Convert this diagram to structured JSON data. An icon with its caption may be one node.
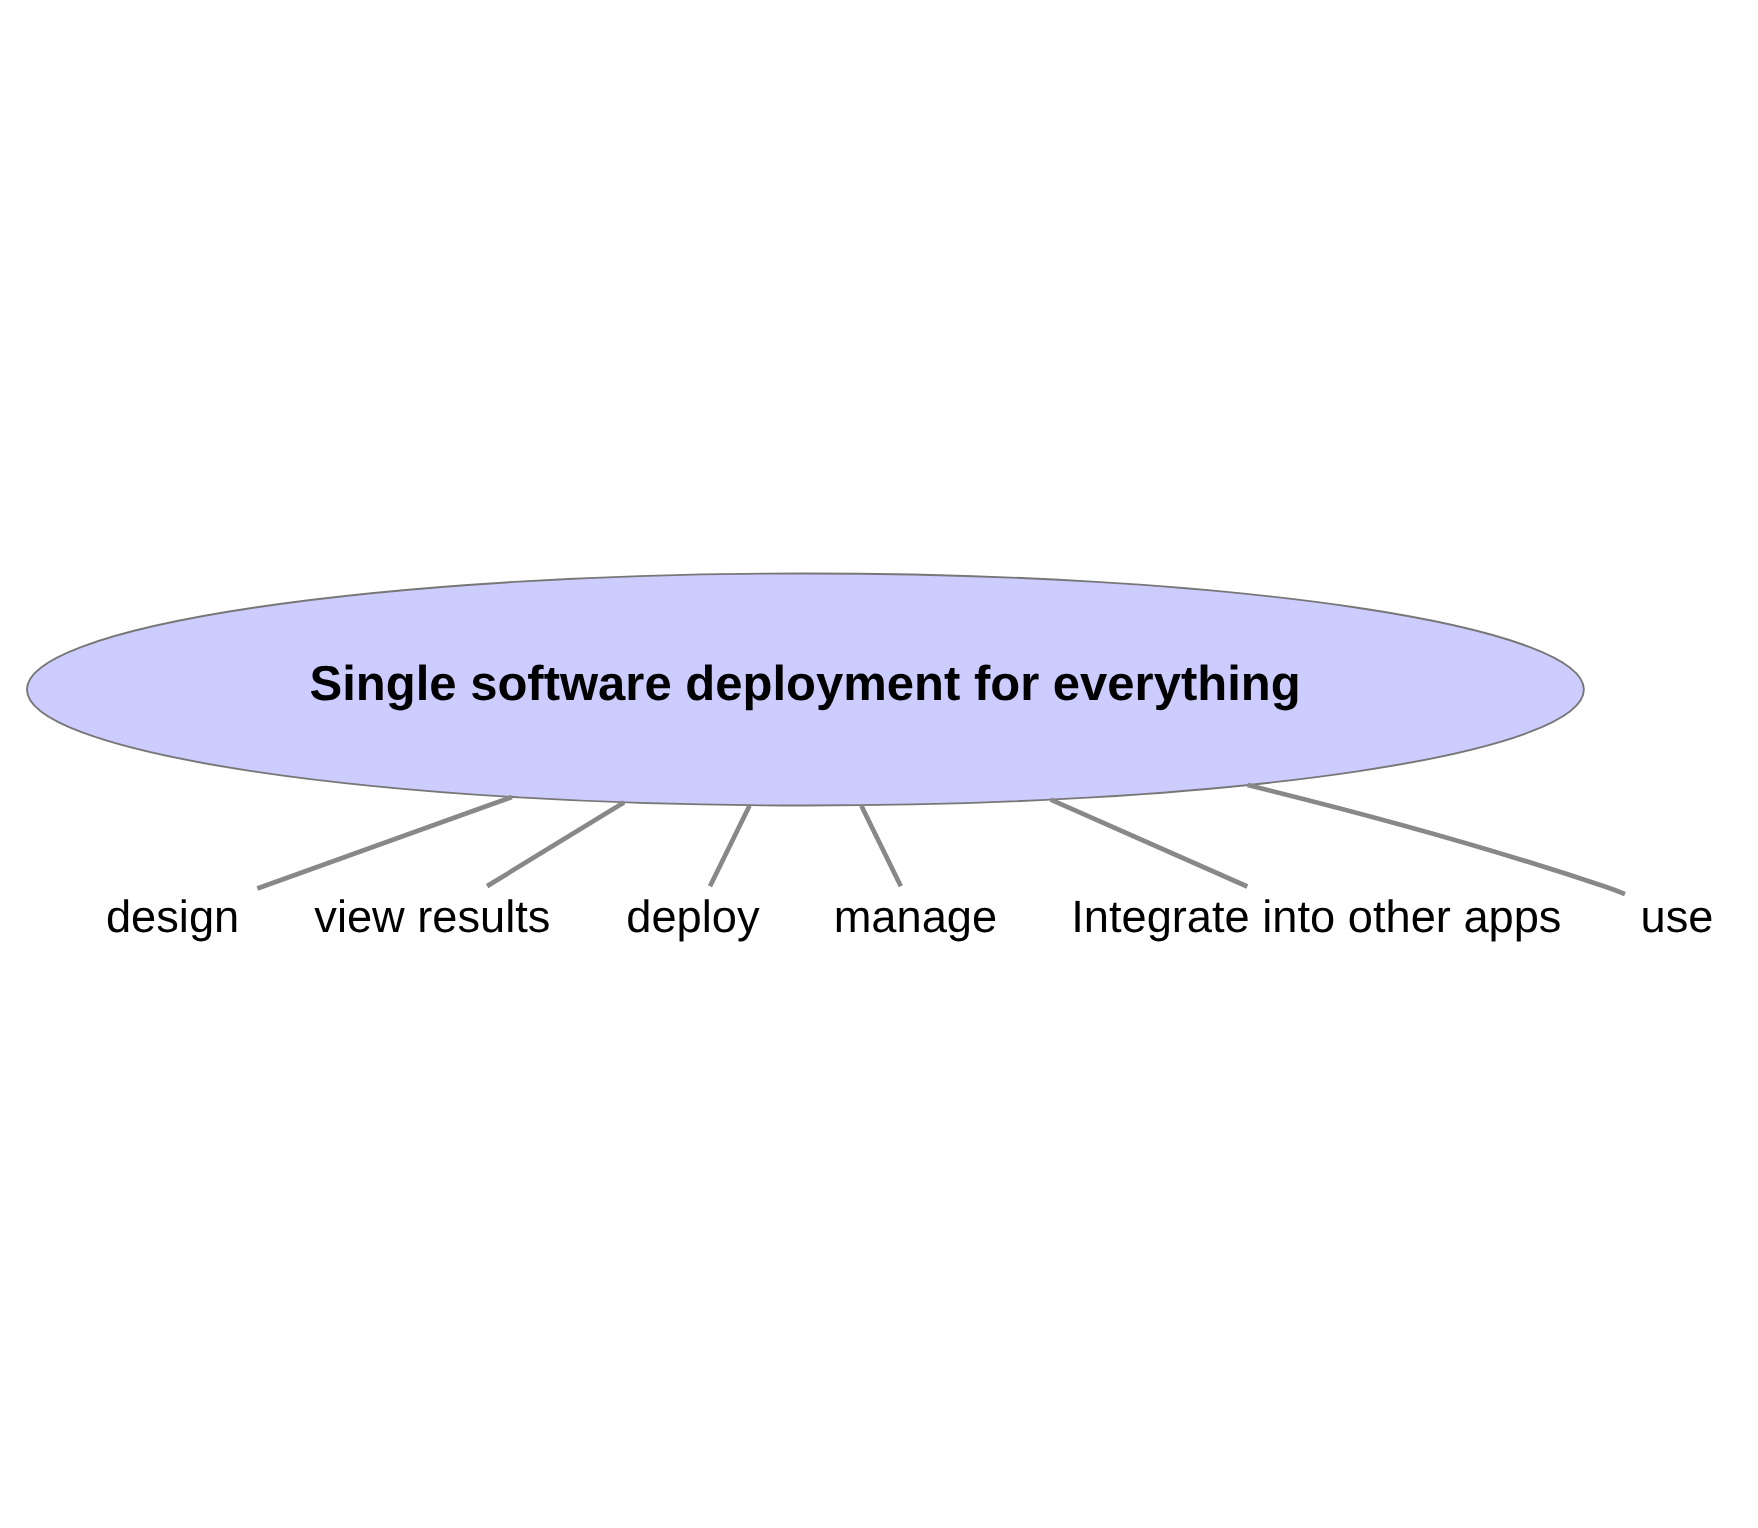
{
  "diagram": {
    "nodes": [
      {
        "text": [
          "Single software deployment for everything"
        ]
      },
      {
        "text": [
          "design"
        ]
      },
      {
        "text": [
          "view results"
        ]
      },
      {
        "text": [
          "deploy"
        ]
      },
      {
        "text": [
          "manage"
        ]
      },
      {
        "text": [
          "Integrate into other apps"
        ]
      },
      {
        "text": [
          "use"
        ]
      }
    ],
    "edges": [
      {
        "from": 0,
        "to": 1,
        "arrow": "none"
      },
      {
        "from": 0,
        "to": 2,
        "arrow": "none"
      },
      {
        "from": 0,
        "to": 3,
        "arrow": "none"
      },
      {
        "from": 0,
        "to": 4,
        "arrow": "none"
      },
      {
        "from": 0,
        "to": 5,
        "arrow": "none"
      },
      {
        "from": 0,
        "to": 6,
        "arrow": "none"
      }
    ]
  }
}
